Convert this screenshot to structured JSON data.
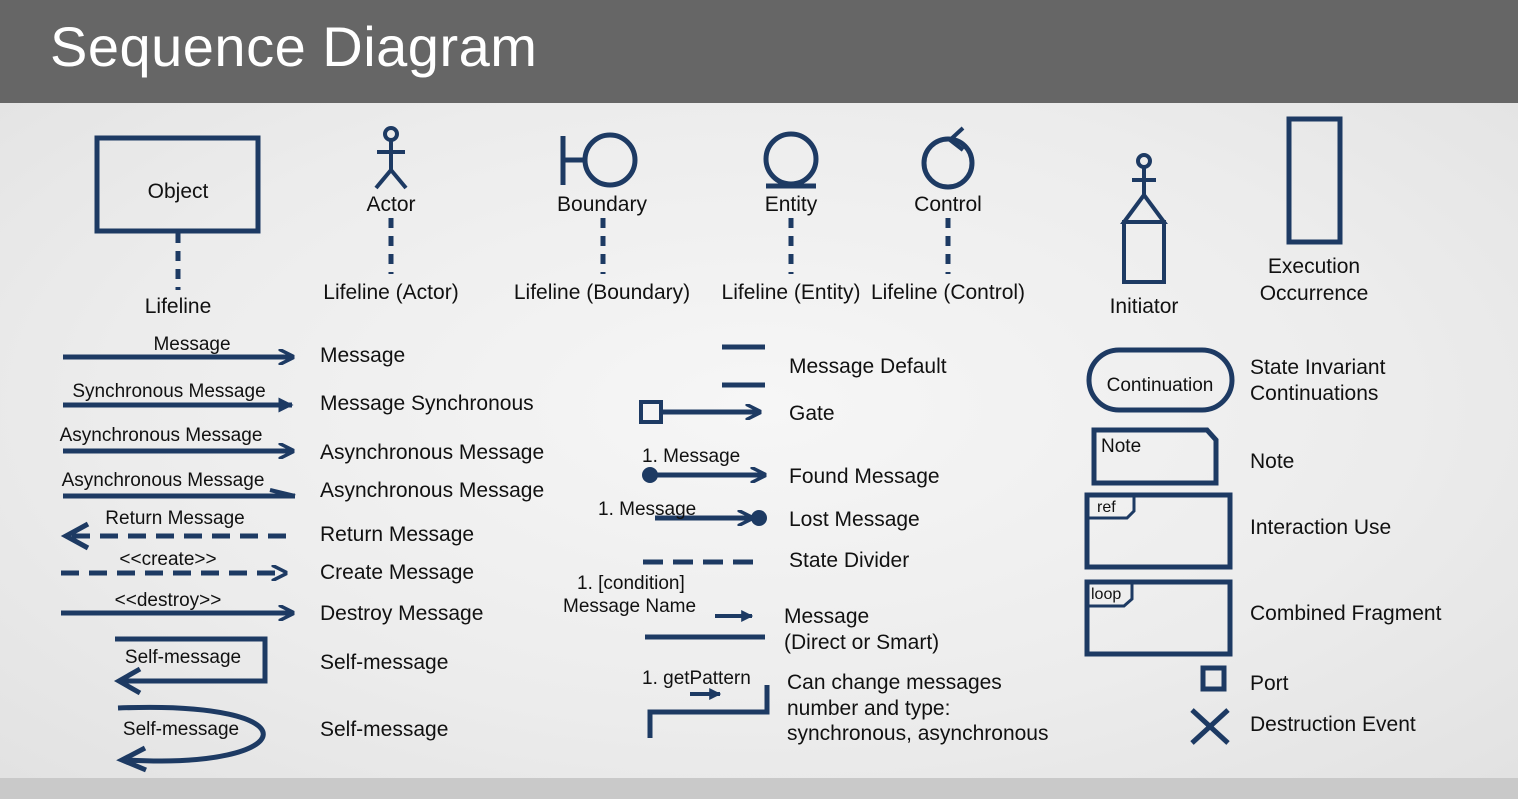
{
  "title": "Sequence Diagram",
  "colors": {
    "stroke": "#1d3a63",
    "header": "#666666"
  },
  "lifelines": {
    "object_label": "Object",
    "object_caption": "Lifeline",
    "actor_label": "Actor",
    "actor_caption": "Lifeline (Actor)",
    "boundary_label": "Boundary",
    "boundary_caption": "Lifeline (Boundary)",
    "entity_label": "Entity",
    "entity_caption": "Lifeline (Entity)",
    "control_label": "Control",
    "control_caption": "Lifeline (Control)",
    "initiator_caption": "Initiator",
    "execution_caption_1": "Execution",
    "execution_caption_2": "Occurrence"
  },
  "messages": [
    {
      "arrow_label": "Message",
      "name": "Message"
    },
    {
      "arrow_label": "Synchronous Message",
      "name": "Message Synchronous"
    },
    {
      "arrow_label": "Asynchronous Message",
      "name": "Asynchronous Message"
    },
    {
      "arrow_label": "Asynchronous Message",
      "name": "Asynchronous Message"
    },
    {
      "arrow_label": "Return Message",
      "name": "Return Message"
    },
    {
      "arrow_label": "<<create>>",
      "name": "Create Message"
    },
    {
      "arrow_label": "<<destroy>>",
      "name": "Destroy Message"
    },
    {
      "arrow_label": "Self-message",
      "name": "Self-message"
    },
    {
      "arrow_label": "Self-message",
      "name": "Self-message"
    }
  ],
  "middle": {
    "message_default": "Message Default",
    "gate": "Gate",
    "found_label": "1. Message",
    "found_name": "Found Message",
    "lost_label": "1. Message",
    "lost_name": "Lost Message",
    "state_divider": "State Divider",
    "smart_label_1": "1. [condition]",
    "smart_label_2": "Message Name",
    "smart_name_1": "Message",
    "smart_name_2": "(Direct or Smart)",
    "change_label": "1. getPattern",
    "change_name_1": "Can change messages",
    "change_name_2": "number and type:",
    "change_name_3": "synchronous, asynchronous"
  },
  "right": {
    "continuation_label": "Continuation",
    "state_invariant_1": "State Invariant",
    "state_invariant_2": "Continuations",
    "note_label": "Note",
    "note_name": "Note",
    "ref_label": "ref",
    "interaction_use": "Interaction Use",
    "loop_label": "loop",
    "combined_fragment": "Combined Fragment",
    "port": "Port",
    "destruction_event": "Destruction Event"
  }
}
